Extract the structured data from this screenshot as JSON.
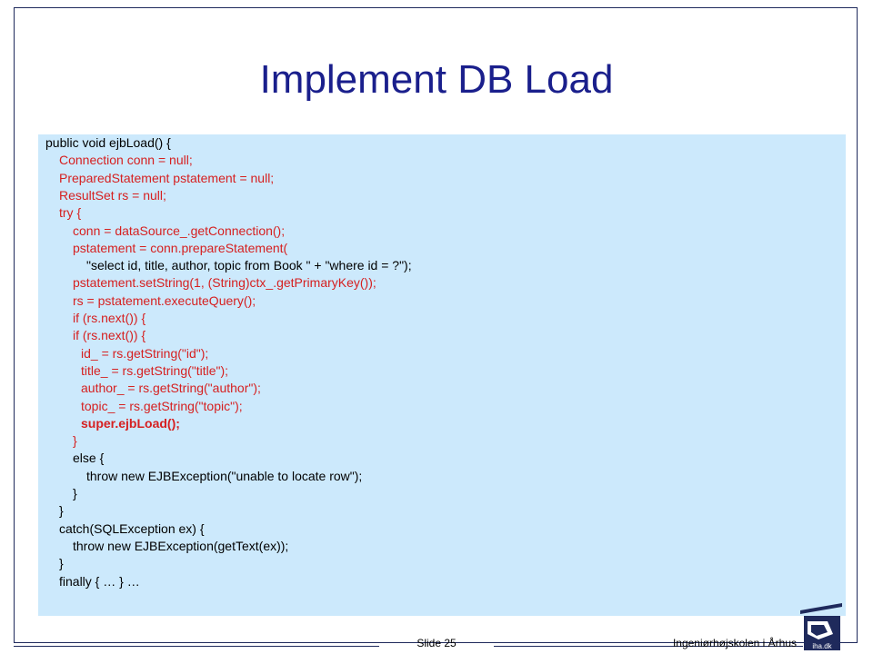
{
  "slide": {
    "title": "Implement DB Load",
    "slide_number": "Slide 25",
    "institution": "Ingeniørhøjskolen i Århus",
    "logo_text": "iha.dk"
  },
  "code_lines": [
    {
      "text": "public void ejbLoad() {",
      "indent": 0,
      "style": "normal"
    },
    {
      "text": "Connection conn = null;",
      "indent": 1,
      "style": "red"
    },
    {
      "text": "PreparedStatement pstatement = null;",
      "indent": 1,
      "style": "red"
    },
    {
      "text": "ResultSet rs = null;",
      "indent": 1,
      "style": "red"
    },
    {
      "text": "try {",
      "indent": 1,
      "style": "red"
    },
    {
      "text": "conn = dataSource_.getConnection();",
      "indent": 2,
      "style": "red"
    },
    {
      "text": "pstatement = conn.prepareStatement(",
      "indent": 2,
      "style": "red"
    },
    {
      "text": "\"select id, title, author, topic from Book \" + \"where id = ?\");",
      "indent": 3,
      "style": "normal"
    },
    {
      "text": "pstatement.setString(1, (String)ctx_.getPrimaryKey());",
      "indent": 2,
      "style": "red"
    },
    {
      "text": "rs = pstatement.executeQuery();",
      "indent": 2,
      "style": "red"
    },
    {
      "text": "if (rs.next()) {",
      "indent": 2,
      "style": "red"
    },
    {
      "text": "if (rs.next()) {",
      "indent": 2,
      "style": "red"
    },
    {
      "text": "id_ = rs.getString(\"id\");",
      "indent": 2.6,
      "style": "red"
    },
    {
      "text": "title_ = rs.getString(\"title\");",
      "indent": 2.6,
      "style": "red"
    },
    {
      "text": "author_ = rs.getString(\"author\");",
      "indent": 2.6,
      "style": "red"
    },
    {
      "text": "topic_ = rs.getString(\"topic\");",
      "indent": 2.6,
      "style": "red"
    },
    {
      "text": "super.ejbLoad();",
      "indent": 2.6,
      "style": "red-bold"
    },
    {
      "text": "}",
      "indent": 2,
      "style": "red"
    },
    {
      "text": "else {",
      "indent": 2,
      "style": "normal"
    },
    {
      "text": "throw new EJBException(\"unable to locate row\");",
      "indent": 3,
      "style": "normal"
    },
    {
      "text": "}",
      "indent": 2,
      "style": "normal"
    },
    {
      "text": "}",
      "indent": 1,
      "style": "normal"
    },
    {
      "text": "catch(SQLException ex) {",
      "indent": 1,
      "style": "normal"
    },
    {
      "text": "throw new EJBException(getText(ex));",
      "indent": 2,
      "style": "normal"
    },
    {
      "text": "}",
      "indent": 1,
      "style": "normal"
    },
    {
      "text": "finally { … } …",
      "indent": 1,
      "style": "normal"
    }
  ],
  "colors": {
    "title": "#1a1f8c",
    "code_background": "#cce9fc",
    "code_highlight": "#d62020",
    "frame": "#1f2a5c"
  }
}
